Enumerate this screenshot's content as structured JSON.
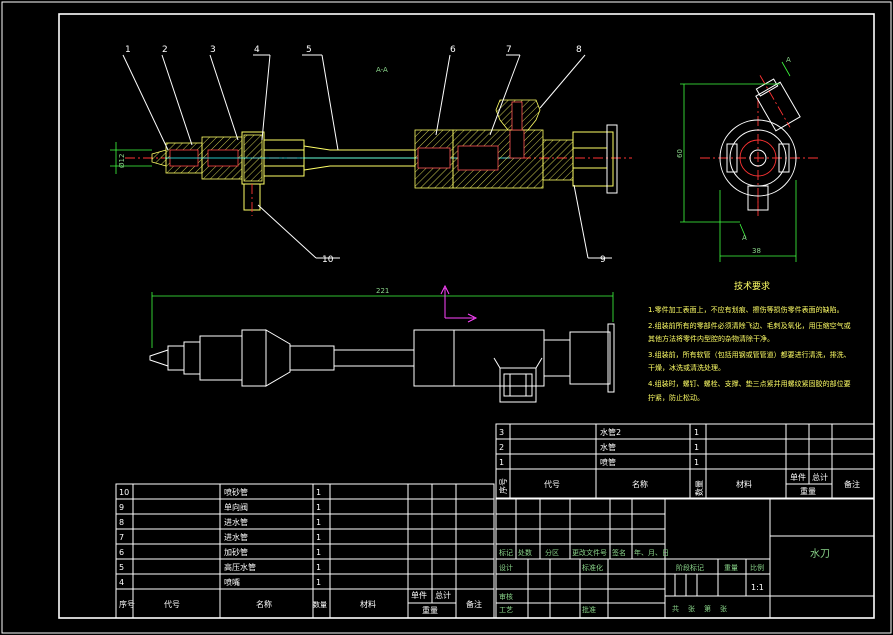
{
  "section_label": "A-A",
  "view_label": "A",
  "part_numbers": [
    "1",
    "2",
    "3",
    "4",
    "5",
    "6",
    "7",
    "8",
    "9",
    "10"
  ],
  "dimensions": {
    "length_overall": "221",
    "height_side": "60",
    "width_side": "38",
    "left_dia": "Ø12"
  },
  "tech_requirements": {
    "title": "技术要求",
    "items": [
      "1.零件加工表面上，不应有划痕、擦伤等损伤零件表面的缺陷。",
      "2.组装前所有的零部件必须清除飞边、毛刺及氧化，用压缩空气或",
      "  其他方法将零件内型腔的杂物清除干净。",
      "3.组装前，所有软管（包括用钢或管管道）都要进行清洗，排洗、",
      "  干燥，冰洗或清洗处理。",
      "4.组装时，螺钉、螺栓、支撑、垫三点紧并用螺纹紧固胶的部位要",
      "  拧紧，防止松动。"
    ]
  },
  "upper_bom": {
    "rows": [
      {
        "no": "3",
        "name": "水管2",
        "qty": "1"
      },
      {
        "no": "2",
        "name": "水管",
        "qty": "1"
      },
      {
        "no": "1",
        "name": "喷管",
        "qty": "1"
      }
    ],
    "header": {
      "no": "序号",
      "code": "代号",
      "name": "名称",
      "qty": "数量",
      "material": "材料",
      "single": "单件",
      "total": "总计",
      "weight": "重量",
      "note": "备注"
    }
  },
  "lower_bom": {
    "rows": [
      {
        "no": "10",
        "name": "喷砂管",
        "qty": "1"
      },
      {
        "no": "9",
        "name": "单向阀",
        "qty": "1"
      },
      {
        "no": "8",
        "name": "进水管",
        "qty": "1"
      },
      {
        "no": "7",
        "name": "进水管",
        "qty": "1"
      },
      {
        "no": "6",
        "name": "加砂管",
        "qty": "1"
      },
      {
        "no": "5",
        "name": "高压水管",
        "qty": "1"
      },
      {
        "no": "4",
        "name": "喷嘴",
        "qty": "1"
      }
    ],
    "header": {
      "no": "序号",
      "code": "代号",
      "name": "名称",
      "qty": "数量",
      "material": "材料",
      "single": "单件",
      "total": "总计",
      "weight": "重量",
      "note": "备注"
    }
  },
  "title_block": {
    "title": "水刀",
    "row_labels": [
      "标记",
      "处数",
      "分区",
      "更改文件号",
      "签名",
      "年、月、日"
    ],
    "design": "设计",
    "standardize": "标准化",
    "review": "审核",
    "process": "工艺",
    "approve": "批准",
    "stage_mark": "阶段标记",
    "weight": "重量",
    "scale": "比例",
    "scale_value": "1:1",
    "sheets": "共　张　第　张"
  }
}
